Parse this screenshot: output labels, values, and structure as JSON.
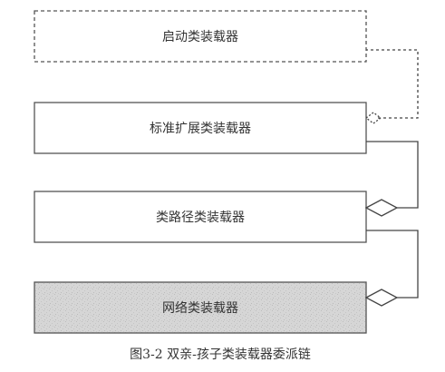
{
  "boxes": {
    "bootstrap": "启动类装载器",
    "extension": "标准扩展类装载器",
    "classpath": "类路径类装载器",
    "network": "网络类装载器"
  },
  "caption": "图3-2  双亲-孩子类装载器委派链",
  "colors": {
    "box_stroke": "#555555",
    "box_fill": "#ffffff",
    "network_fill": "#d9d9d9",
    "connector": "#444444"
  }
}
